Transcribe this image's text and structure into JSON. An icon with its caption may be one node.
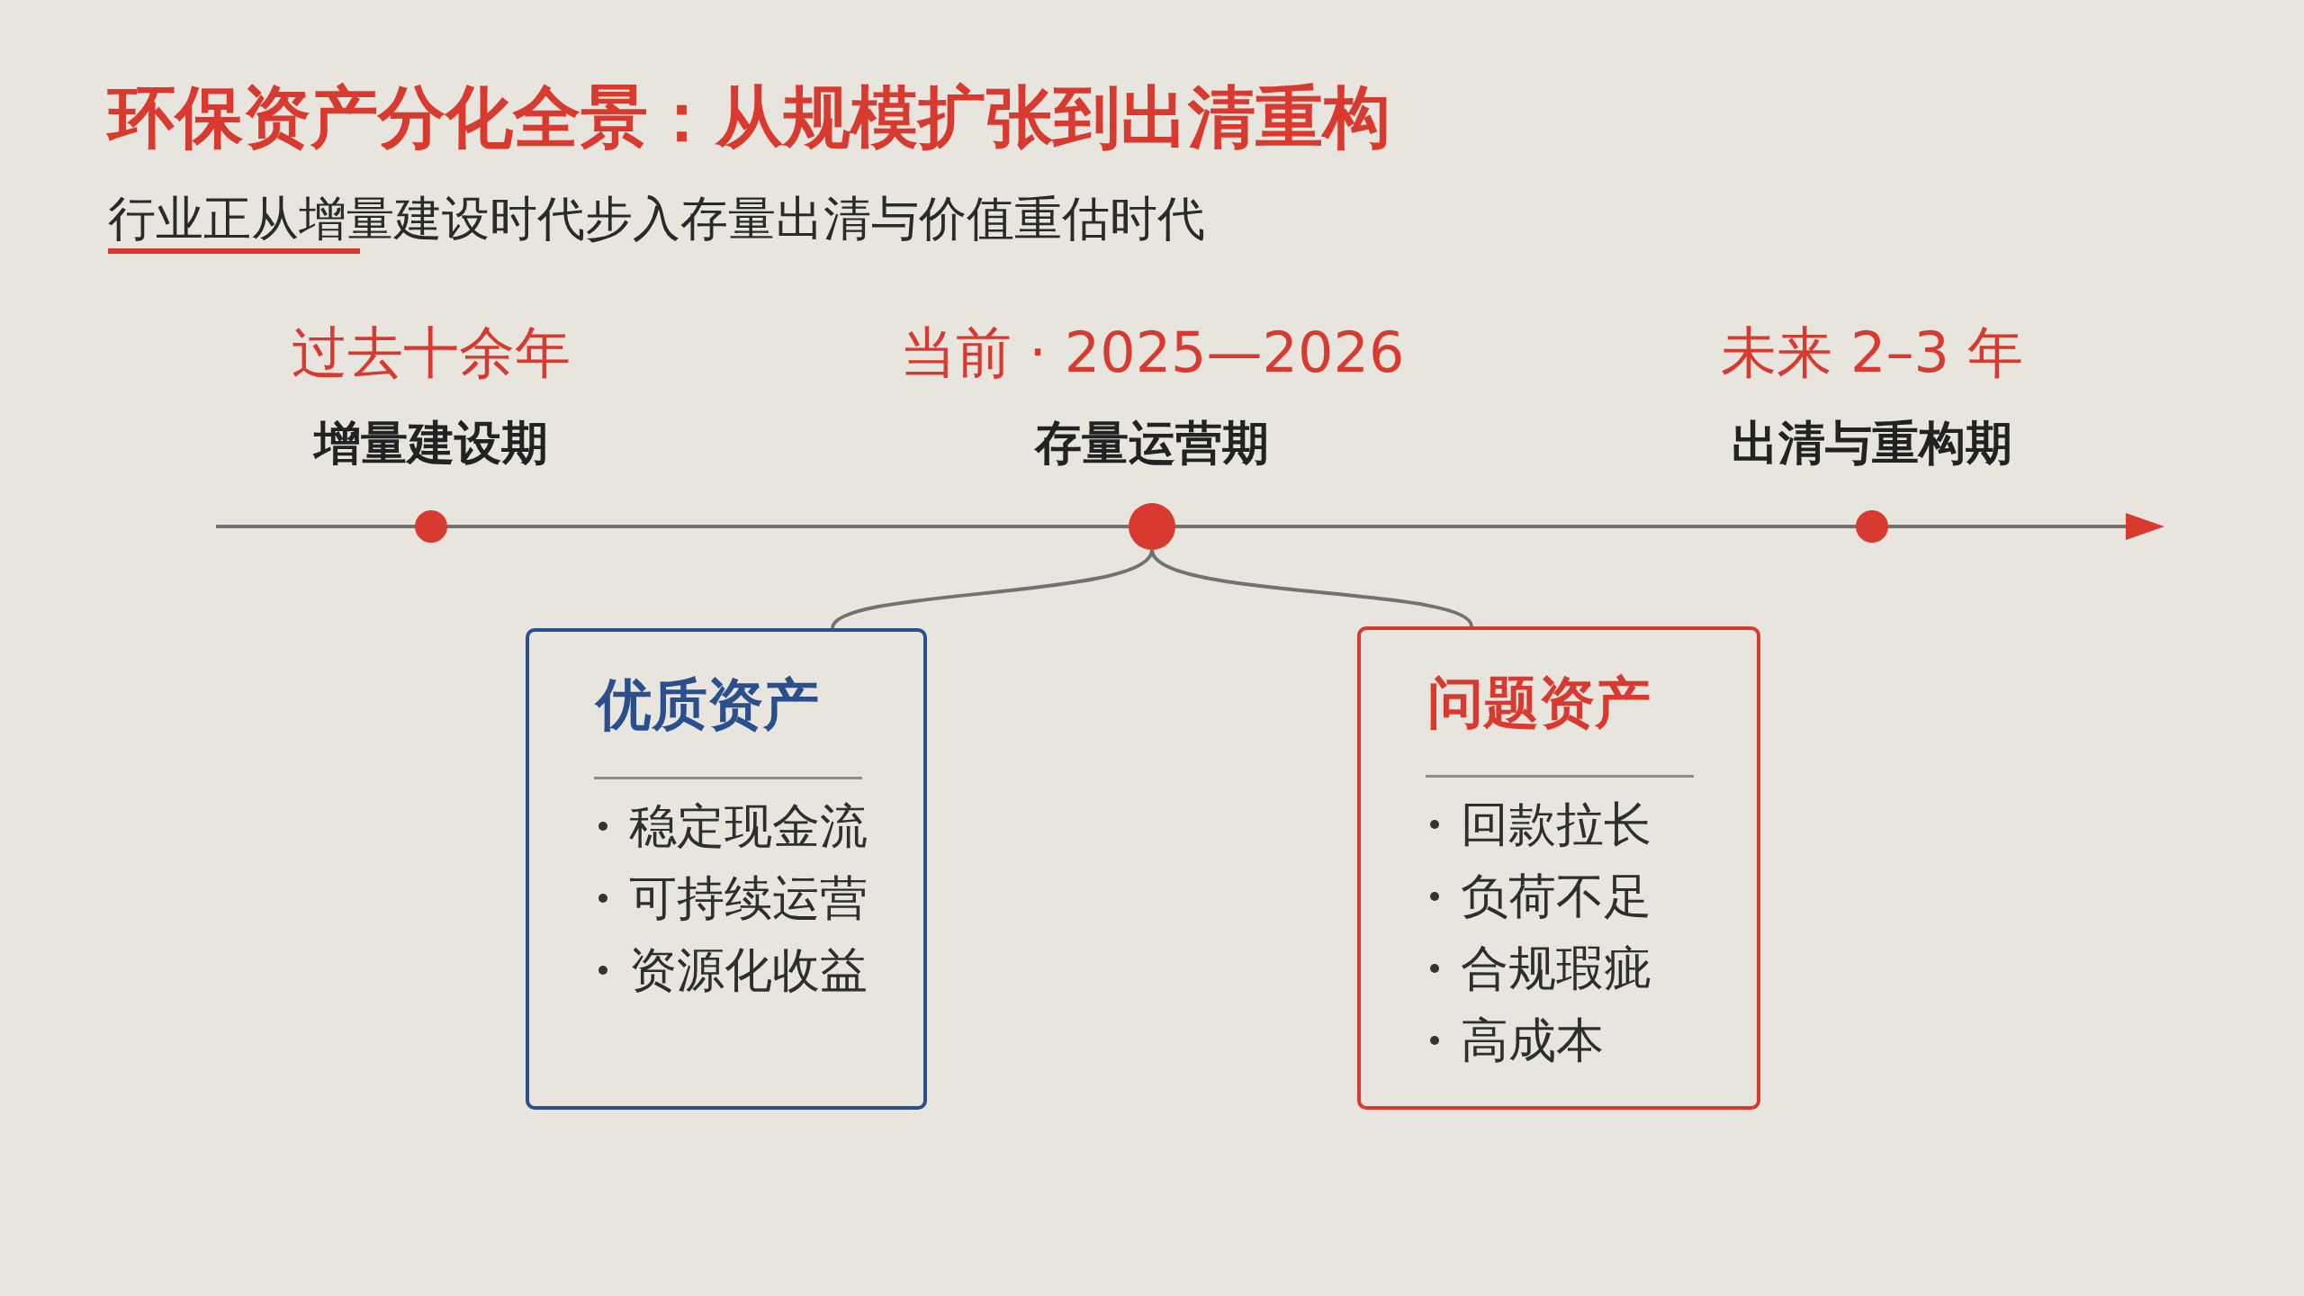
{
  "diagram": {
    "title": "环保资产分化全景：从规模扩张到出清重构",
    "nodes": [
      {
        "text": [],
        "shape": "circle",
        "beside": [
          "过去十余年",
          "增量建设期"
        ]
      },
      {
        "text": [],
        "shape": "circle",
        "beside": [
          "当前 · 2025—2026",
          "存量运营期"
        ]
      },
      {
        "text": [],
        "shape": "circle",
        "beside": [
          "未来 2–3 年",
          "出清与重构期"
        ]
      },
      {
        "text": [
          "优质资产",
          "稳定现金流",
          "可持续运营",
          "资源化收益"
        ]
      },
      {
        "text": [
          "问题资产",
          "回款拉长",
          "负荷不足",
          "合规瑕疵",
          "高成本"
        ]
      }
    ],
    "edges": [
      {
        "from": 1,
        "to": 3,
        "arrow": "none"
      },
      {
        "from": 1,
        "to": 4,
        "arrow": "none"
      }
    ],
    "labels": [
      "行业正从增量建设时代步入存量出清与价值重估时代"
    ]
  }
}
